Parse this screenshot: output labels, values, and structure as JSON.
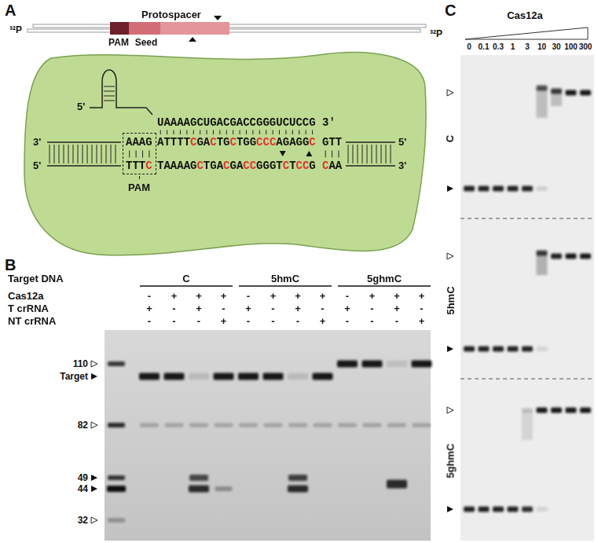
{
  "diagram": {
    "nodes": [
      {
        "text": [
          "5'",
          "UAAAAGCUGACGACCGGGUCUCCG 3'",
          "ATTTTCGACTGCTGGCCCAGAGGC",
          "GTT",
          "TAAAAGCTGACGACCGGGTCTCCG",
          "CAA"
        ]
      },
      {
        "text": [
          "AAAG",
          "TTTC"
        ],
        "in": 0
      }
    ],
    "labels": [
      "A",
      "³²P",
      "Protospacer",
      "PAM",
      "Seed",
      "³²P",
      "3'",
      "5'",
      "5'",
      "3'",
      "PAM",
      "B",
      "Target DNA",
      "C",
      "5hmC",
      "5ghmC",
      "Cas12a",
      "T crRNA",
      "NT crRNA",
      "-",
      "+",
      "+",
      "+",
      "-",
      "+",
      "+",
      "+",
      "-",
      "+",
      "+",
      "+",
      "+",
      "-",
      "+",
      "-",
      "+",
      "-",
      "+",
      "-",
      "+",
      "-",
      "+",
      "-",
      "-",
      "-",
      "-",
      "+",
      "-",
      "-",
      "-",
      "+",
      "-",
      "-",
      "-",
      "+",
      "110",
      "Target",
      "82",
      "49",
      "44",
      "32",
      "C",
      "Cas12a",
      "0",
      "0.1",
      "0.3",
      "1",
      "3",
      "10",
      "30",
      "100",
      "300",
      "C",
      "5hmC",
      "5ghmC"
    ]
  }
}
